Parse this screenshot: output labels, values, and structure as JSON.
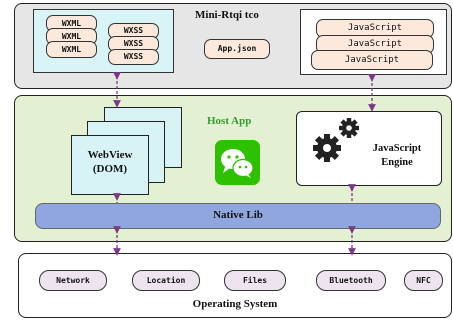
{
  "mini_program": {
    "title": "Mini-Rtqi tco",
    "wxml_files": [
      "WXML",
      "WXML",
      "WXML"
    ],
    "wxss_files": [
      "WXSS",
      "WXSS",
      "WXSS"
    ],
    "app_json": "App.json",
    "js_files": [
      "JavaScript",
      "JavaScript",
      "JavaScript"
    ]
  },
  "host_app": {
    "title": "Host App",
    "webview_label": "WebView\n(DOM)",
    "js_engine_label": "JavaScript\nEngine",
    "native_lib": "Native Lib"
  },
  "os": {
    "title": "Operating System",
    "items": [
      "Network",
      "Location",
      "Files",
      "Bluetooth",
      "NFC"
    ]
  },
  "colors": {
    "host_title": "#2f9e2f",
    "wechat_green": "#2dc100",
    "arrow": "#7a3a88",
    "native_lib": "#8fa7de"
  }
}
